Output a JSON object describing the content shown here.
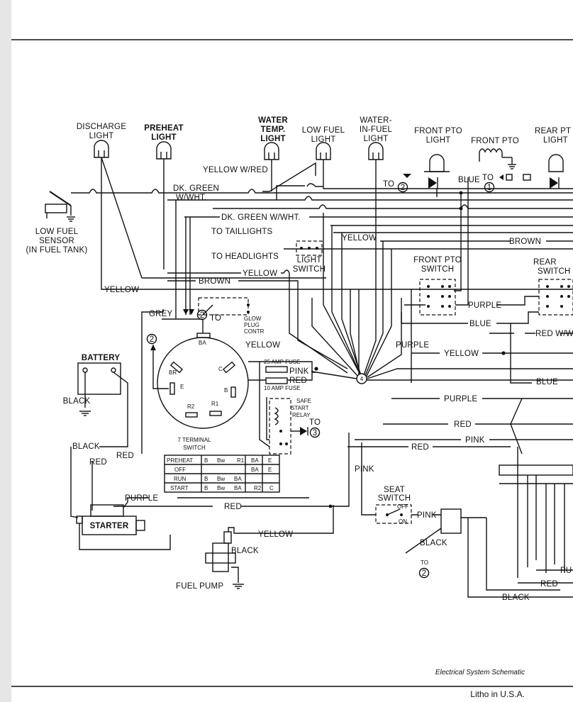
{
  "components": {
    "discharge_light": [
      "DISCHARGE",
      "LIGHT"
    ],
    "preheat_light": [
      "PREHEAT",
      "LIGHT"
    ],
    "water_temp_light": [
      "WATER",
      "TEMP.",
      "LIGHT"
    ],
    "low_fuel_light": [
      "LOW FUEL",
      "LIGHT"
    ],
    "water_in_fuel_light": [
      "WATER-",
      "IN-FUEL",
      "LIGHT"
    ],
    "front_pto_light": [
      "FRONT PTO",
      "LIGHT"
    ],
    "front_pto": "FRONT PTO",
    "rear_pto_light": [
      "REAR PT",
      "LIGHT"
    ],
    "low_fuel_sensor": [
      "LOW FUEL",
      "SENSOR",
      "(IN FUEL TANK)"
    ],
    "light_switch": [
      "LIGHT",
      "SWITCH"
    ],
    "front_pto_switch": [
      "FRONT PTO",
      "SWITCH"
    ],
    "rear_pto_switch": [
      "REAR",
      "SWITCH"
    ],
    "battery": "BATTERY",
    "glow_plug": [
      "GLOW",
      "PLUG",
      "CONTR"
    ],
    "fuse_25": "25 AMP FUSE",
    "fuse_10": "10 AMP FUSE",
    "safe_start_relay": [
      "SAFE",
      "START",
      "RELAY"
    ],
    "seven_terminal_switch": [
      "7 TERMINAL",
      "SWITCH"
    ],
    "starter": "STARTER",
    "fuel_pump": "FUEL PUMP",
    "seat_switch": [
      "SEAT",
      "SWITCH"
    ],
    "seat_off": "OFF",
    "seat_on": "ON",
    "to_taillights": "TO TAILLIGHTS",
    "to_headlights": "TO HEADLIGHTS"
  },
  "wires": {
    "yellow_wred": "YELLOW W/RED",
    "dk_green_wwht_1": [
      "DK. GREEN",
      "W/WHT."
    ],
    "dk_green_wwht_2": "DK. GREEN W/WHT.",
    "yellow_a": "YELLOW",
    "yellow_b": "YELLOW",
    "yellow_c": "YELLOW",
    "yellow_d": "YELLOW",
    "yellow_e": "YELLOW",
    "yellow_f": "YELLOW",
    "brown_a": "BROWN",
    "brown_b": "BROWN",
    "blue_a": "BLUE",
    "blue_b": "BLUE",
    "blue_c": "BLUE",
    "grey": "GREY",
    "purple_a": "PURPLE",
    "purple_b": "PURPLE",
    "purple_c": "PURPLE",
    "purple_d": "PURPLE",
    "red_wwht": "RED W/W",
    "pink_a": "PINK",
    "pink_b": "PINK",
    "pink_c": "PINK",
    "pink_d": "PINK",
    "red_a": "RED",
    "red_b": "RED",
    "red_c": "RED",
    "red_d": "RED",
    "red_e": "RED",
    "red_f": "RED",
    "red_g": "RED",
    "black_a": "BLACK",
    "black_b": "BLACK",
    "black_c": "BLACK",
    "black_d": "BLACK",
    "black_e": "BLACK",
    "pu_partial": "PU"
  },
  "to_refs": {
    "to": "TO",
    "n1": "1",
    "n2": "2",
    "n3": "3",
    "n4": "4"
  },
  "switch_terminals": [
    "BA",
    "C",
    "BR",
    "E",
    "B",
    "R2",
    "R1"
  ],
  "switch_table": {
    "rows": [
      {
        "pos": "PREHEAT",
        "cells": [
          "B",
          "Bw",
          "R1",
          "BA",
          "E"
        ]
      },
      {
        "pos": "OFF",
        "cells": [
          "",
          "",
          "",
          "BA",
          "E"
        ]
      },
      {
        "pos": "RUN",
        "cells": [
          "B",
          "Bw",
          "BA",
          "",
          ""
        ]
      },
      {
        "pos": "START",
        "cells": [
          "B",
          "Bw",
          "BA",
          "R2",
          "C"
        ]
      }
    ]
  },
  "caption": "Electrical System Schematic",
  "footer": "Litho in U.S.A."
}
